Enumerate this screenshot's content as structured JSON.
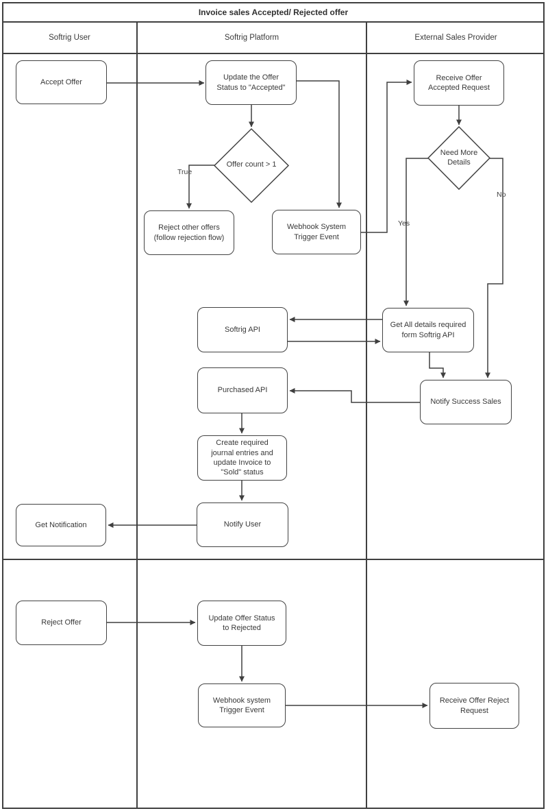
{
  "title": "Invoice sales Accepted/ Rejected offer",
  "lanes": [
    {
      "label": "Softrig User"
    },
    {
      "label": "Softrig Platform"
    },
    {
      "label": "External Sales Provider"
    }
  ],
  "nodes": {
    "accept_offer": {
      "label": "Accept Offer",
      "type": "process"
    },
    "update_offer_accepted": {
      "label": "Update the Offer Status to \"Accepted\"",
      "type": "process"
    },
    "offer_count": {
      "label": "Offer count > 1",
      "type": "decision"
    },
    "reject_other_offers": {
      "label": "Reject other offers (follow rejection flow)",
      "type": "process"
    },
    "webhook_system_trigger": {
      "label": "Webhook System Trigger Event",
      "type": "process"
    },
    "receive_offer_accepted": {
      "label": "Receive Offer Accepted Request",
      "type": "process"
    },
    "need_more_details": {
      "label": "Need More Details",
      "type": "decision"
    },
    "get_all_details": {
      "label": "Get All details required form Softrig API",
      "type": "process"
    },
    "softrig_api": {
      "label": "Softrig API",
      "type": "process"
    },
    "purchased_api": {
      "label": "Purchased API",
      "type": "process"
    },
    "notify_success_sales": {
      "label": "Notify Success Sales",
      "type": "process"
    },
    "create_journal_entries": {
      "label": "Create required journal entries  and update Invoice to \"Sold\" status",
      "type": "process"
    },
    "notify_user": {
      "label": "Notify User",
      "type": "process"
    },
    "get_notification": {
      "label": "Get Notification",
      "type": "process"
    },
    "reject_offer": {
      "label": "Reject Offer",
      "type": "process"
    },
    "update_offer_rejected": {
      "label": "Update Offer Status to Rejected",
      "type": "process"
    },
    "webhook_system_trigger_2": {
      "label": "Webhook system Trigger Event",
      "type": "process"
    },
    "receive_offer_reject": {
      "label": "Receive Offer Reject Request",
      "type": "process"
    }
  },
  "edge_labels": {
    "true": "True",
    "yes": "Yes",
    "no": "No"
  },
  "colors": {
    "line": "#3f3f3f",
    "text": "#3a3a3a",
    "background": "#ffffff"
  }
}
